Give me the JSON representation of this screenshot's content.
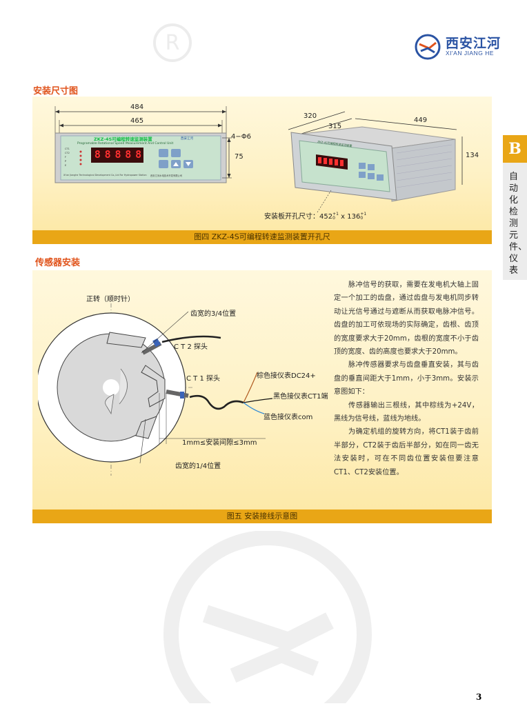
{
  "logo": {
    "name_cn": "西安江河",
    "name_en": "XI'AN JIANG HE"
  },
  "side_tab": {
    "letter": "B",
    "label": "自动化检测元件、仪表"
  },
  "section1": {
    "title": "安装尺寸图",
    "dims": {
      "w484": "484",
      "w465": "465",
      "hole": "4−Φ6",
      "h75": "75",
      "w320": "320",
      "w315": "315",
      "w449": "449",
      "h134": "134"
    },
    "cutout": "安装板开孔尺寸：452",
    "cutout_tol1_sup": "+1",
    "cutout_tol1_sub": "0",
    "cutout_x": "x 136",
    "cutout_tol2_sup": "+1",
    "cutout_tol2_sub": "0",
    "device": {
      "model": "ZKZ-4S可编程转速监测装置",
      "name_en": "Programable Rotational Speed Measurement And Control Unit",
      "company": "Xi'an Jianghe Technological Development Co.,Ltd For Hydropower Station",
      "company_cn": "西安江河水电技术开发有限公司",
      "digits": [
        "8",
        "8",
        "8",
        "8",
        "8"
      ],
      "status_labels": [
        "CT1",
        "CT2",
        "F",
        "P",
        "E"
      ],
      "mini_brand": "西安江河",
      "side_model": "ZKZ-4S可编程转速监测装置"
    },
    "caption": "图四  ZKZ-4S可编程转速监测装置开孔尺"
  },
  "section2": {
    "title": "传感器安装",
    "labels": {
      "rotation": "正转（顺时针）",
      "pos34": "齿宽的3/4位置",
      "ct2": "C T 2 探头",
      "ct1": "C T 1 探头",
      "brown": "棕色接仪表DC24+",
      "black": "黑色接仪表CT1端",
      "blue": "蓝色接仪表com",
      "gap": "1mm≤安装间隙≤3mm",
      "pos14": "齿宽的1/4位置"
    },
    "paragraphs": [
      "脉冲信号的获取，需要在发电机大轴上固定一个加工的齿盘，通过齿盘与发电机同步转动让光信号通过与遮断从而获取电脉冲信号。齿盘的加工可依现场的实际确定，齿根、齿顶的宽度要求大于20mm，齿根的宽度不小于齿顶的宽度、齿的高度也要求大于20mm。",
      "脉冲传感器要求与齿盘垂直安装，其与齿盘的垂直间距大于1mm，小于3mm。安装示意图如下：",
      "传感器输出三根线，其中棕线为+24V，黑线为信号线，蓝线为地线。",
      "为确定机组的旋转方向，将CT1装于齿前半部分，CT2装于齿后半部分，如在同一齿无法安装时，可在不同齿位置安装但要注意CT1、CT2安装位置。"
    ],
    "caption": "图五    安装接线示意图"
  },
  "page_number": "3",
  "colors": {
    "accent": "#e0531b",
    "bar": "#e9a616",
    "brand": "#2a53a3"
  }
}
